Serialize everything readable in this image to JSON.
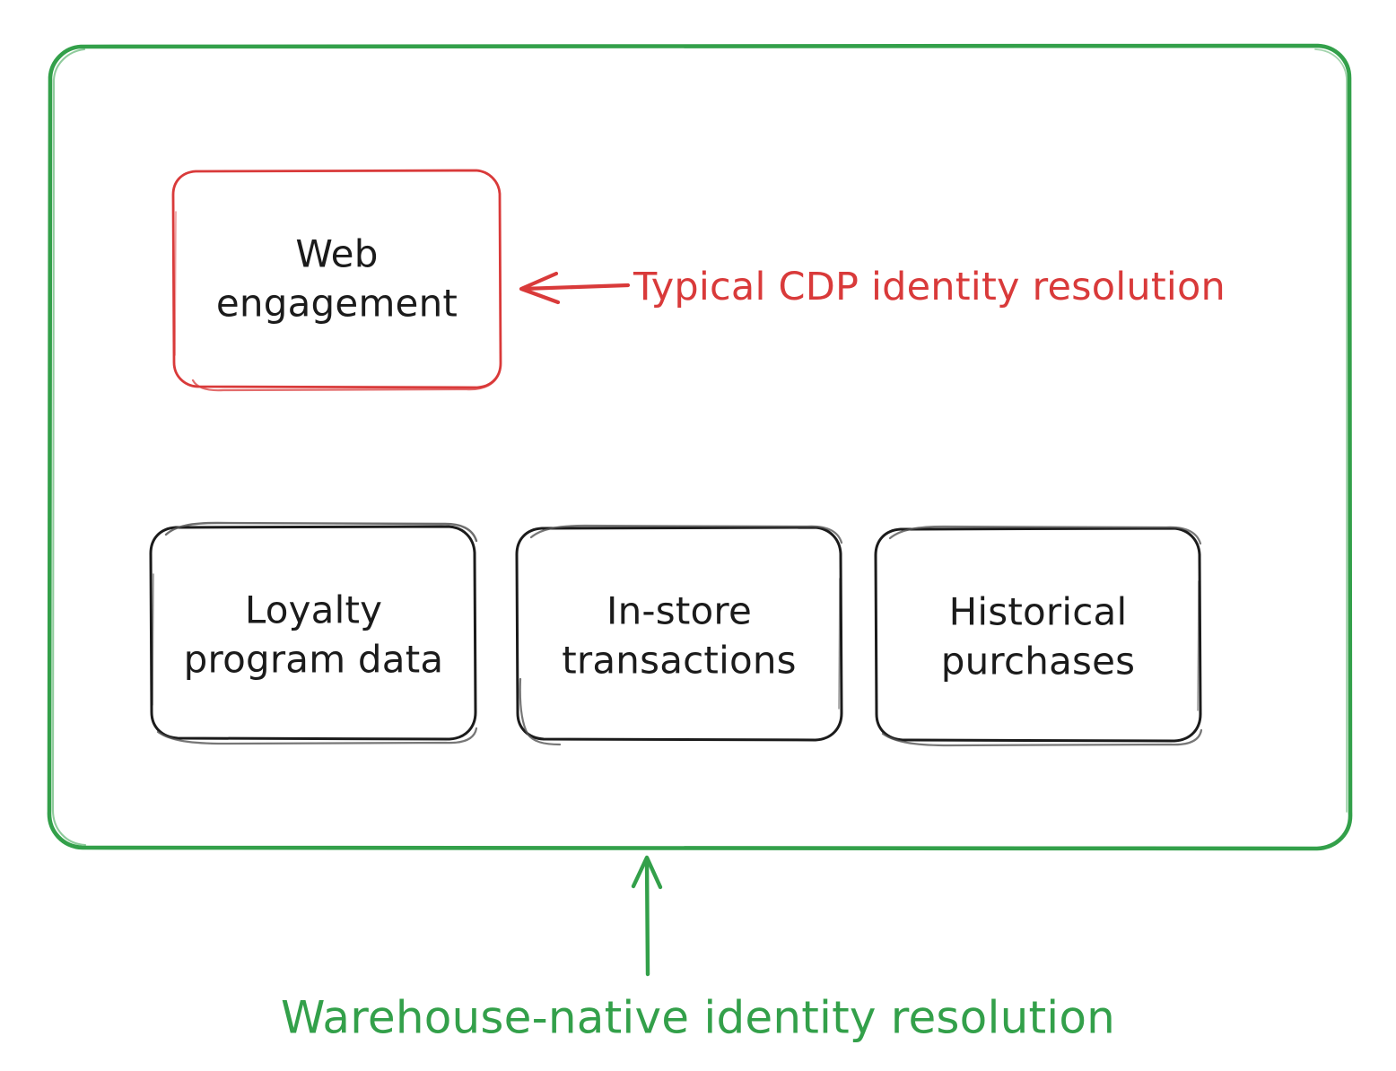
{
  "diagram": {
    "type": "hand-drawn-container-diagram",
    "container": {
      "name": "warehouse-native-scope",
      "color": "#33a04a",
      "caption": "Warehouse-native identity resolution"
    },
    "highlighted_node": {
      "label_line1": "Web",
      "label_line2": "engagement",
      "border_color": "#d93a3a",
      "text_color": "#1b1b1b"
    },
    "annotation": {
      "text": "Typical CDP identity resolution",
      "color": "#d93a3a",
      "arrow": "left-arrow-icon",
      "points_to": "Web engagement"
    },
    "nodes": [
      {
        "id": "loyalty-program-data",
        "label_line1": "Loyalty",
        "label_line2": "program data",
        "border_color": "#1b1b1b"
      },
      {
        "id": "in-store-transactions",
        "label_line1": "In-store",
        "label_line2": "transactions",
        "border_color": "#1b1b1b"
      },
      {
        "id": "historical-purchases",
        "label_line1": "Historical",
        "label_line2": "purchases",
        "border_color": "#1b1b1b"
      }
    ],
    "bottom_arrow": {
      "name": "up-arrow-icon",
      "color": "#33a04a"
    }
  }
}
